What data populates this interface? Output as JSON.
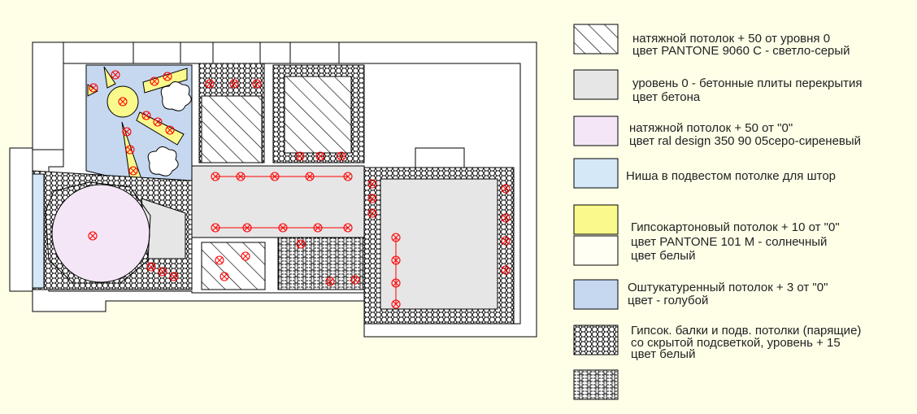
{
  "legend": [
    {
      "lines": [
        "натяжной потолок + 50 от уровня 0",
        "цвет PANTONE 9060 C - светло-серый"
      ],
      "swatch": "diagonal-hatch",
      "color": "#ffffff"
    },
    {
      "lines": [
        "уровень 0 - бетонные плиты перекрытия",
        "цвет бетона"
      ],
      "swatch": "solid",
      "color": "#e6e6e6"
    },
    {
      "lines": [
        "натяжной потолок + 50 от \"0\"",
        "цвет ral design 350 90 05серо-сиреневый"
      ],
      "swatch": "solid",
      "color": "#f4e6f6"
    },
    {
      "lines": [
        "Ниша в подвестом потолке для штор"
      ],
      "swatch": "solid",
      "color": "#d4e8f8"
    },
    {
      "lines": [
        "Гипсокартоновый потолок + 10 от \"0\"",
        "цвет PANTONE 101 M - солнечный",
        "цвет белый"
      ],
      "swatch": "solid-pair",
      "color": "#fafa8c",
      "color2": "#fffff4"
    },
    {
      "lines": [
        "Оштукатуренный потолок + 3 от \"0\"",
        "цвет - голубой"
      ],
      "swatch": "solid",
      "color": "#c6d8f0"
    },
    {
      "lines": [
        "Гипсок. балки и подв. потолки (парящие)",
        "со скрытой подсветкой, уровень + 15",
        "цвет белый"
      ],
      "swatch": "hex-mesh",
      "color": "#ffffff"
    },
    {
      "lines": [],
      "swatch": "zigzag",
      "color": "#ffffff"
    }
  ],
  "colors": {
    "background": "#ffffe8",
    "plaster_blue": "#c6d8f0",
    "concrete_grey": "#e6e6e6",
    "lilac": "#f4e6f6",
    "sun_yellow": "#fafa8c",
    "lamp_red": "#ff0000"
  }
}
